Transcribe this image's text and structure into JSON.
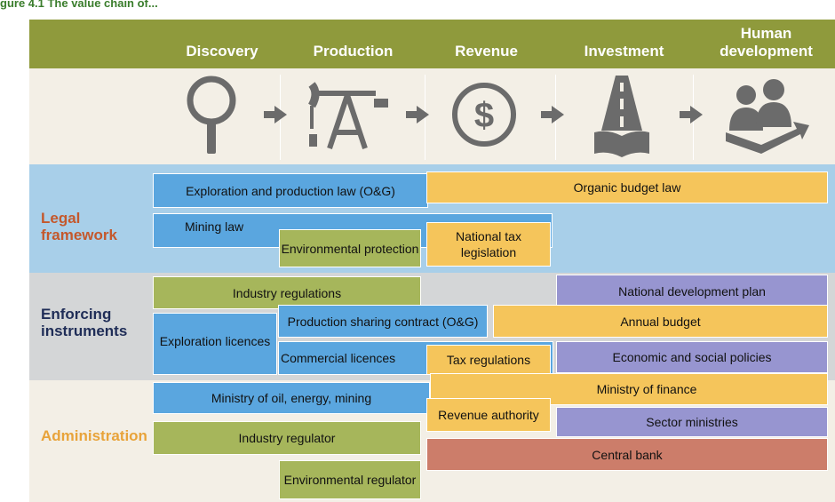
{
  "figure_label": "gure 4.1   The value chain of...",
  "stages": [
    {
      "label": "Discovery",
      "icon": "magnifier-icon"
    },
    {
      "label": "Production",
      "icon": "oil-pump-icon"
    },
    {
      "label": "Revenue",
      "icon": "dollar-coin-icon"
    },
    {
      "label": "Investment",
      "icon": "road-book-icon"
    },
    {
      "label": "Human development",
      "icon": "people-growth-icon"
    }
  ],
  "rows": {
    "legal": {
      "label": "Legal framework",
      "color": "#c4582c"
    },
    "enforcing": {
      "label": "Enforcing instruments",
      "color": "#1f2d57"
    },
    "admin": {
      "label": "Administration",
      "color": "#e8a33a"
    }
  },
  "boxes": {
    "exploration_law": "Exploration and production law (O&G)",
    "organic_budget_law": "Organic budget law",
    "mining_law": "Mining law",
    "environmental_protection": "Environmental protection",
    "national_tax_legislation": "National tax legislation",
    "industry_regulations": "Industry regulations",
    "national_development_plan": "National development plan",
    "production_sharing_contract": "Production sharing contract (O&G)",
    "annual_budget": "Annual budget",
    "exploration_licences": "Exploration licences",
    "commercial_licences": "Commercial licences",
    "tax_regulations": "Tax regulations",
    "economic_social_policies": "Economic and social policies",
    "ministry_oil": "Ministry of oil, energy, mining",
    "ministry_finance": "Ministry of finance",
    "revenue_authority": "Revenue authority",
    "sector_ministries": "Sector ministries",
    "industry_regulator": "Industry regulator",
    "central_bank": "Central bank",
    "environmental_regulator": "Environmental regulator"
  },
  "colors": {
    "header": "#8f9a3c",
    "blue": "#5aa6df",
    "olive": "#a6b65b",
    "yellow": "#f5c55b",
    "purple": "#9795d0",
    "red": "#cc7d6a",
    "icon": "#6b6b6b"
  }
}
